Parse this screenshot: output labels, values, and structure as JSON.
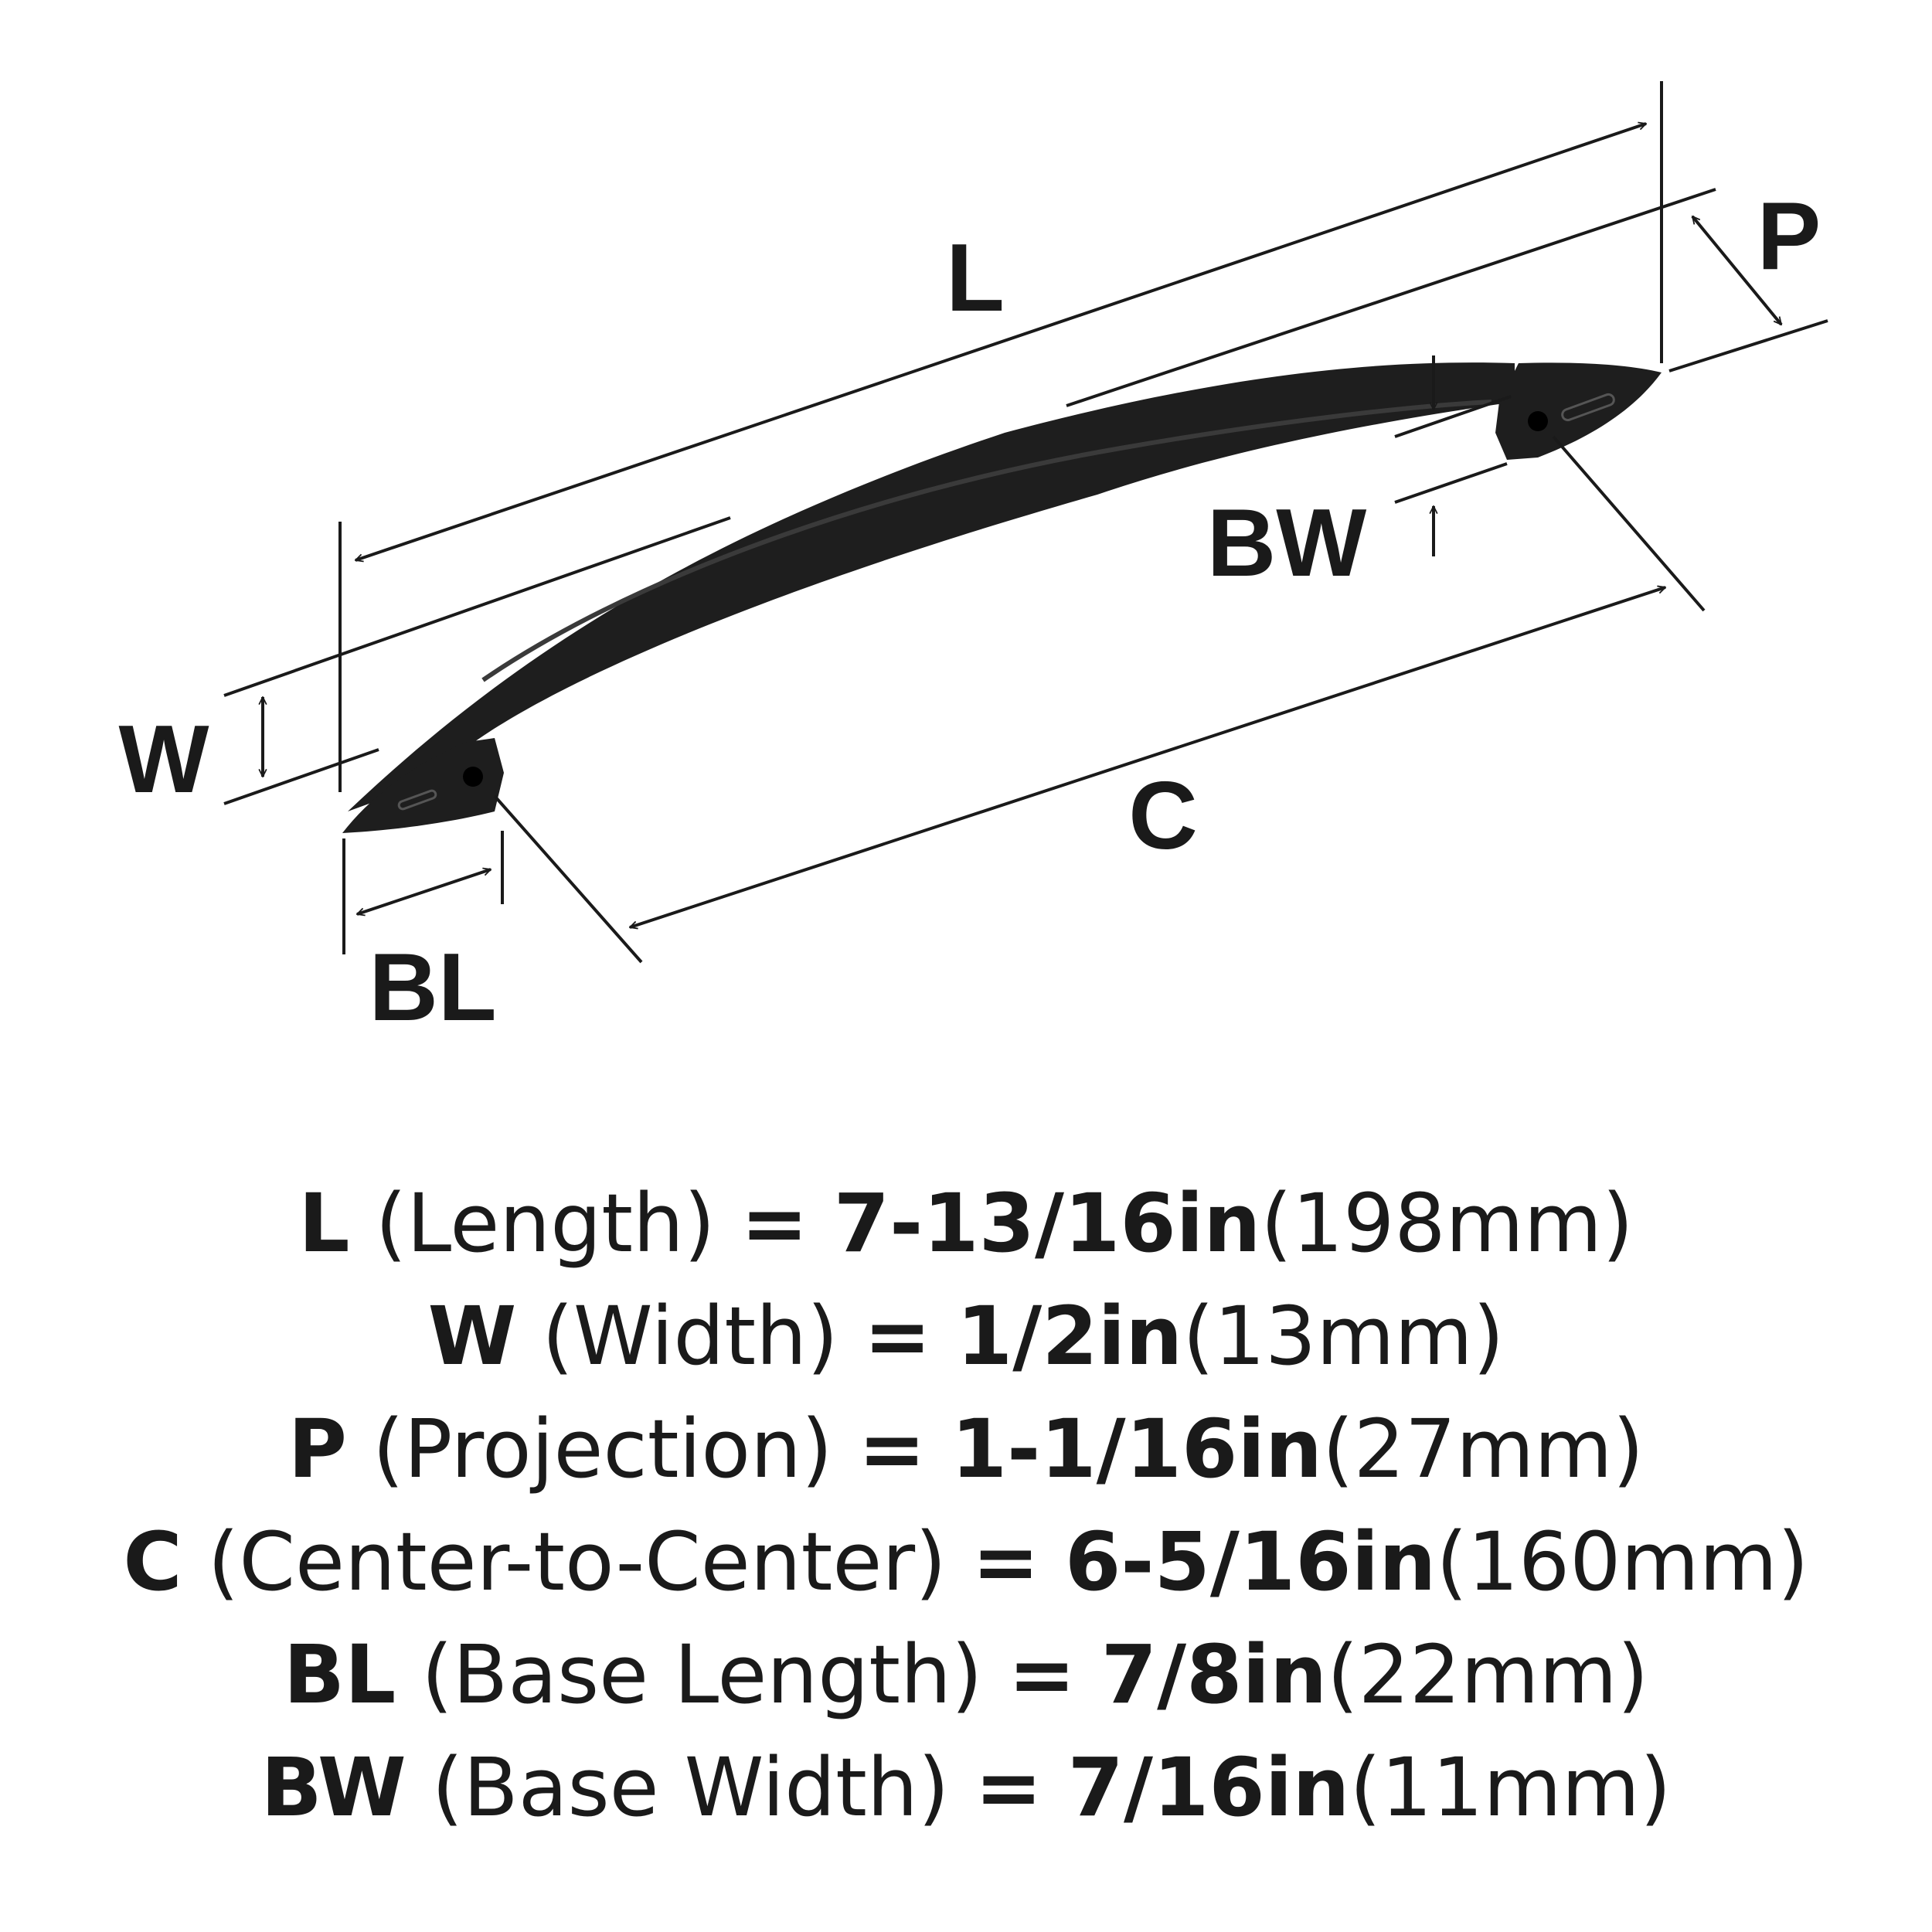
{
  "diagram": {
    "labels": {
      "length": "L",
      "projection": "P",
      "base_width": "BW",
      "width": "W",
      "center_to_center": "C",
      "base_length": "BL"
    },
    "colors": {
      "handle": "#1e1e1e",
      "line": "#1a1a1a",
      "background": "#ffffff"
    }
  },
  "specs": [
    {
      "code": "L",
      "name": "(Length)",
      "eq": "=",
      "imperial": "7-13/16in",
      "metric": "(198mm)"
    },
    {
      "code": "W",
      "name": "(Width)",
      "eq": "=",
      "imperial": "1/2in",
      "metric": "(13mm)"
    },
    {
      "code": "P",
      "name": "(Projection)",
      "eq": "=",
      "imperial": "1-1/16in",
      "metric": "(27mm)"
    },
    {
      "code": "C",
      "name": "(Center-to-Center)",
      "eq": "=",
      "imperial": "6-5/16in",
      "metric": "(160mm)"
    },
    {
      "code": "BL",
      "name": "(Base Length)",
      "eq": "=",
      "imperial": "7/8in",
      "metric": "(22mm)"
    },
    {
      "code": "BW",
      "name": "(Base Width)",
      "eq": "=",
      "imperial": "7/16in",
      "metric": "(11mm)"
    }
  ]
}
